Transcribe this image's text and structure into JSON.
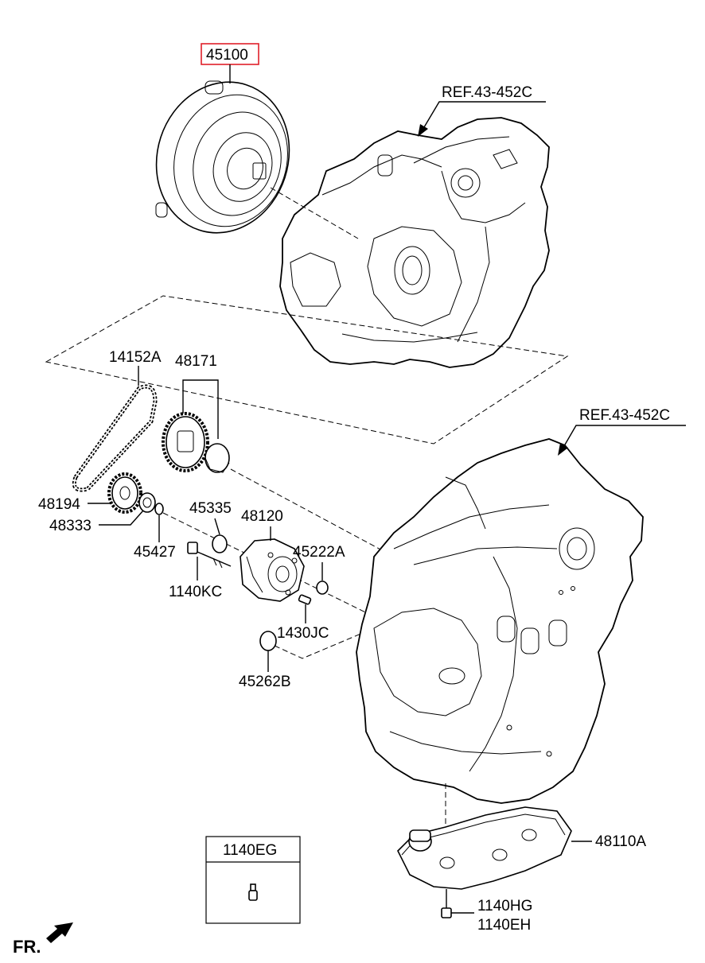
{
  "diagram": {
    "references": {
      "upper_case": "REF.43-452C",
      "lower_case": "REF.43-452C"
    },
    "parts": {
      "torque_converter": "45100",
      "chain": "14152A",
      "sprocket_set": "48171",
      "driven_sprocket": "48194",
      "bearing": "48333",
      "small_ring": "45427",
      "snap_ring": "45335",
      "oil_pump": "48120",
      "seal_ring_a": "45222A",
      "bolt": "1140KC",
      "dowel": "1430JC",
      "seal_ring_b": "45262B",
      "oil_filter": "48110A",
      "filter_bolt_1": "1140HG",
      "filter_bolt_2": "1140EH"
    },
    "legend_box": {
      "label": "1140EG"
    },
    "direction": {
      "label": "FR."
    },
    "highlight_color": "#e0202a"
  }
}
